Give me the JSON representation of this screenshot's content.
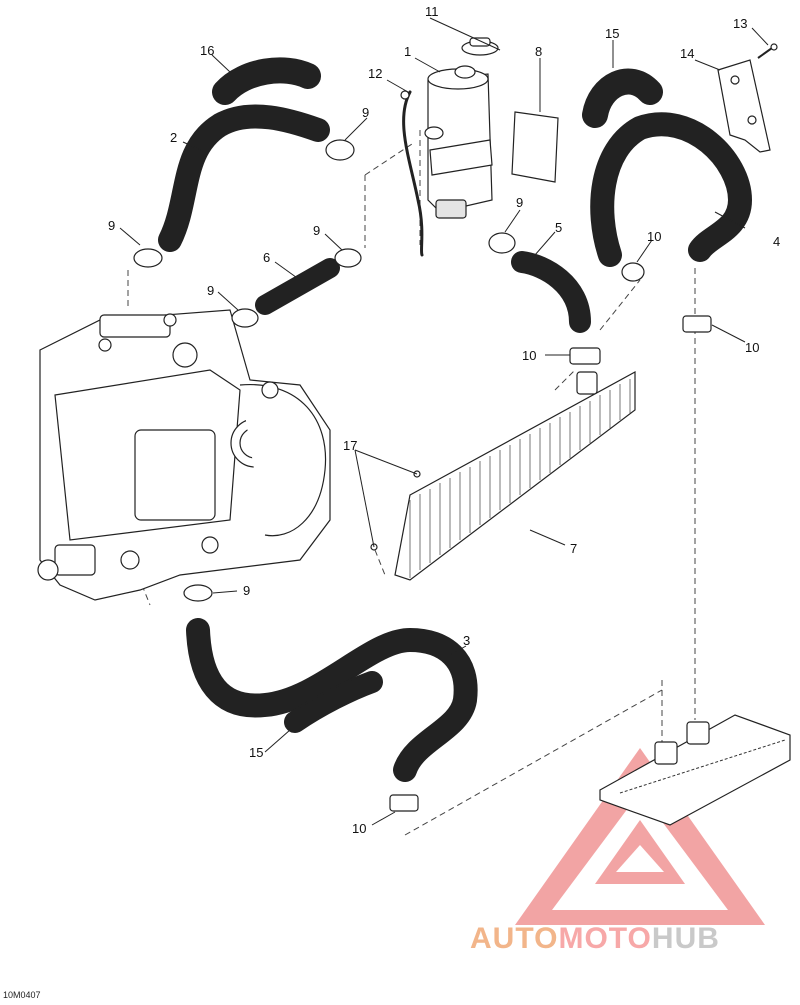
{
  "diagram": {
    "callouts": [
      "1",
      "2",
      "3",
      "4",
      "5",
      "6",
      "7",
      "8",
      "9",
      "9",
      "9",
      "9",
      "9",
      "9",
      "10",
      "10",
      "10",
      "10",
      "11",
      "12",
      "13",
      "14",
      "15",
      "15",
      "16",
      "17"
    ],
    "figure_code": "10M0407"
  },
  "brand": {
    "part1": "AUTO",
    "part2": "MOTO",
    "part3": "HUB",
    "colors": {
      "auto": "#f2b58a",
      "moto": "#f7a8a8",
      "hub": "#c9c9c9",
      "logo": "#e85a5a"
    }
  }
}
